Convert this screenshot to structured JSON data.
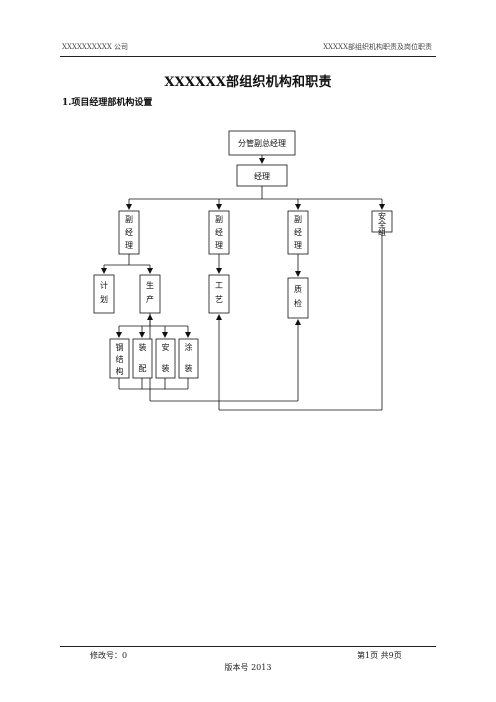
{
  "header": {
    "left": "XXXXXXXXXX 公司",
    "right": "XXXXX部组织机构职责及岗位职责"
  },
  "title": "XXXXXX部组织机构和职责",
  "section": {
    "heading": "1.项目经理部机构设置"
  },
  "org_chart": {
    "top": "分管副总经理",
    "manager": "经理",
    "level2": [
      {
        "chars": [
          "副",
          "经",
          "理"
        ]
      },
      {
        "chars": [
          "副",
          "经",
          "理"
        ]
      },
      {
        "chars": [
          "副",
          "经",
          "理"
        ]
      },
      {
        "chars": [
          "安",
          "全",
          "组"
        ]
      }
    ],
    "level3": [
      {
        "chars": [
          "计",
          "划"
        ]
      },
      {
        "chars": [
          "生",
          "产"
        ]
      },
      {
        "chars": [
          "工",
          "艺"
        ]
      },
      {
        "chars": [
          "质",
          "检"
        ]
      }
    ],
    "level4": [
      {
        "chars": [
          "钢",
          "结",
          "构"
        ]
      },
      {
        "chars": [
          "装",
          "配"
        ]
      },
      {
        "chars": [
          "安",
          "装"
        ]
      },
      {
        "chars": [
          "涂",
          "装"
        ]
      }
    ]
  },
  "footer": {
    "revision": "修改号：0",
    "page": "第1页   共9页",
    "version": "版本号 2013"
  }
}
